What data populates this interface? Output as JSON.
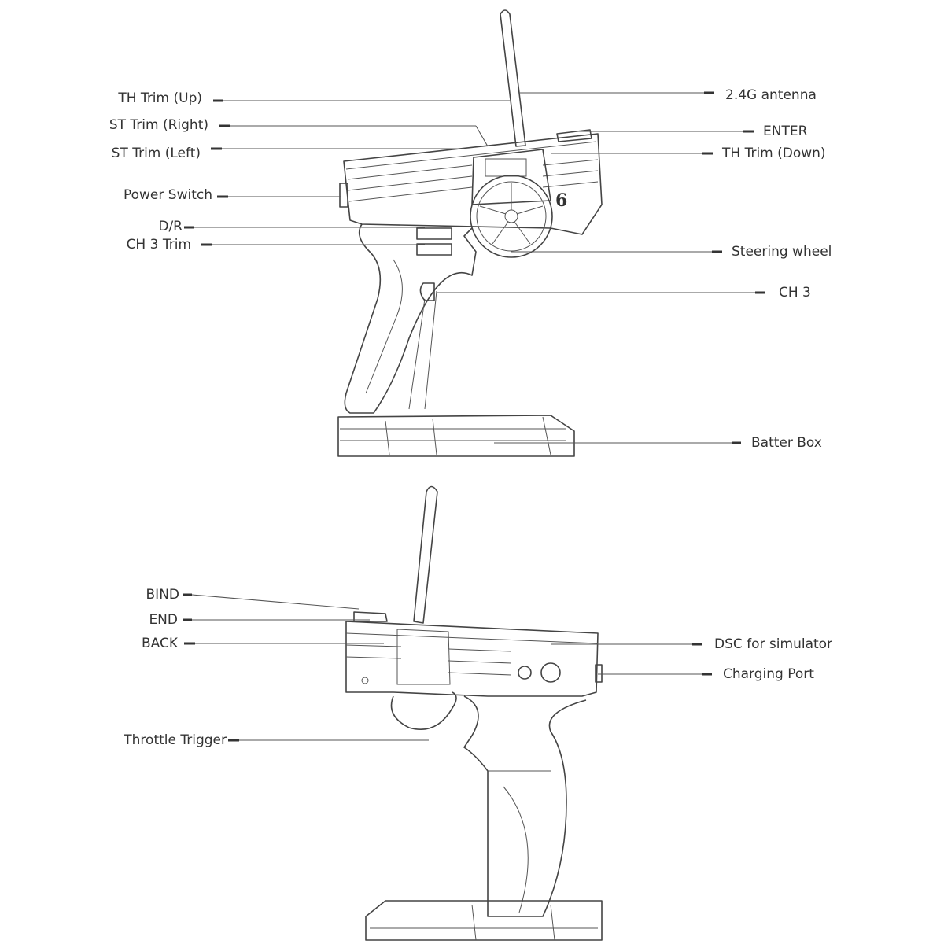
{
  "top_view": {
    "left_labels": [
      "TH Trim (Up)",
      "ST Trim (Right)",
      "ST Trim (Left)",
      "Power Switch",
      "D/R",
      "CH 3 Trim"
    ],
    "right_labels": [
      "2.4G  antenna",
      "ENTER",
      "TH Trim (Down)",
      "Steering wheel",
      "CH 3",
      "Batter Box"
    ]
  },
  "bottom_view": {
    "left_labels": [
      "BIND",
      "END",
      "BACK",
      "Throttle Trigger"
    ],
    "right_labels": [
      "DSC for simulator",
      "Charging Port"
    ]
  }
}
